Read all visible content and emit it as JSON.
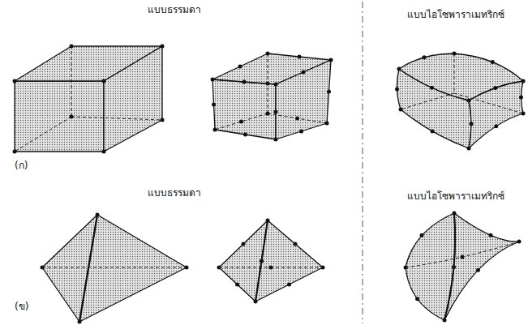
{
  "diagram": {
    "labels": [
      "แบบธรรมดา",
      "แบบไอโซพาราเมทริกซ์",
      "(ก)",
      "แบบธรรมดา",
      "แบบไอโซพาราเมทริกซ์",
      "(ข)"
    ]
  }
}
